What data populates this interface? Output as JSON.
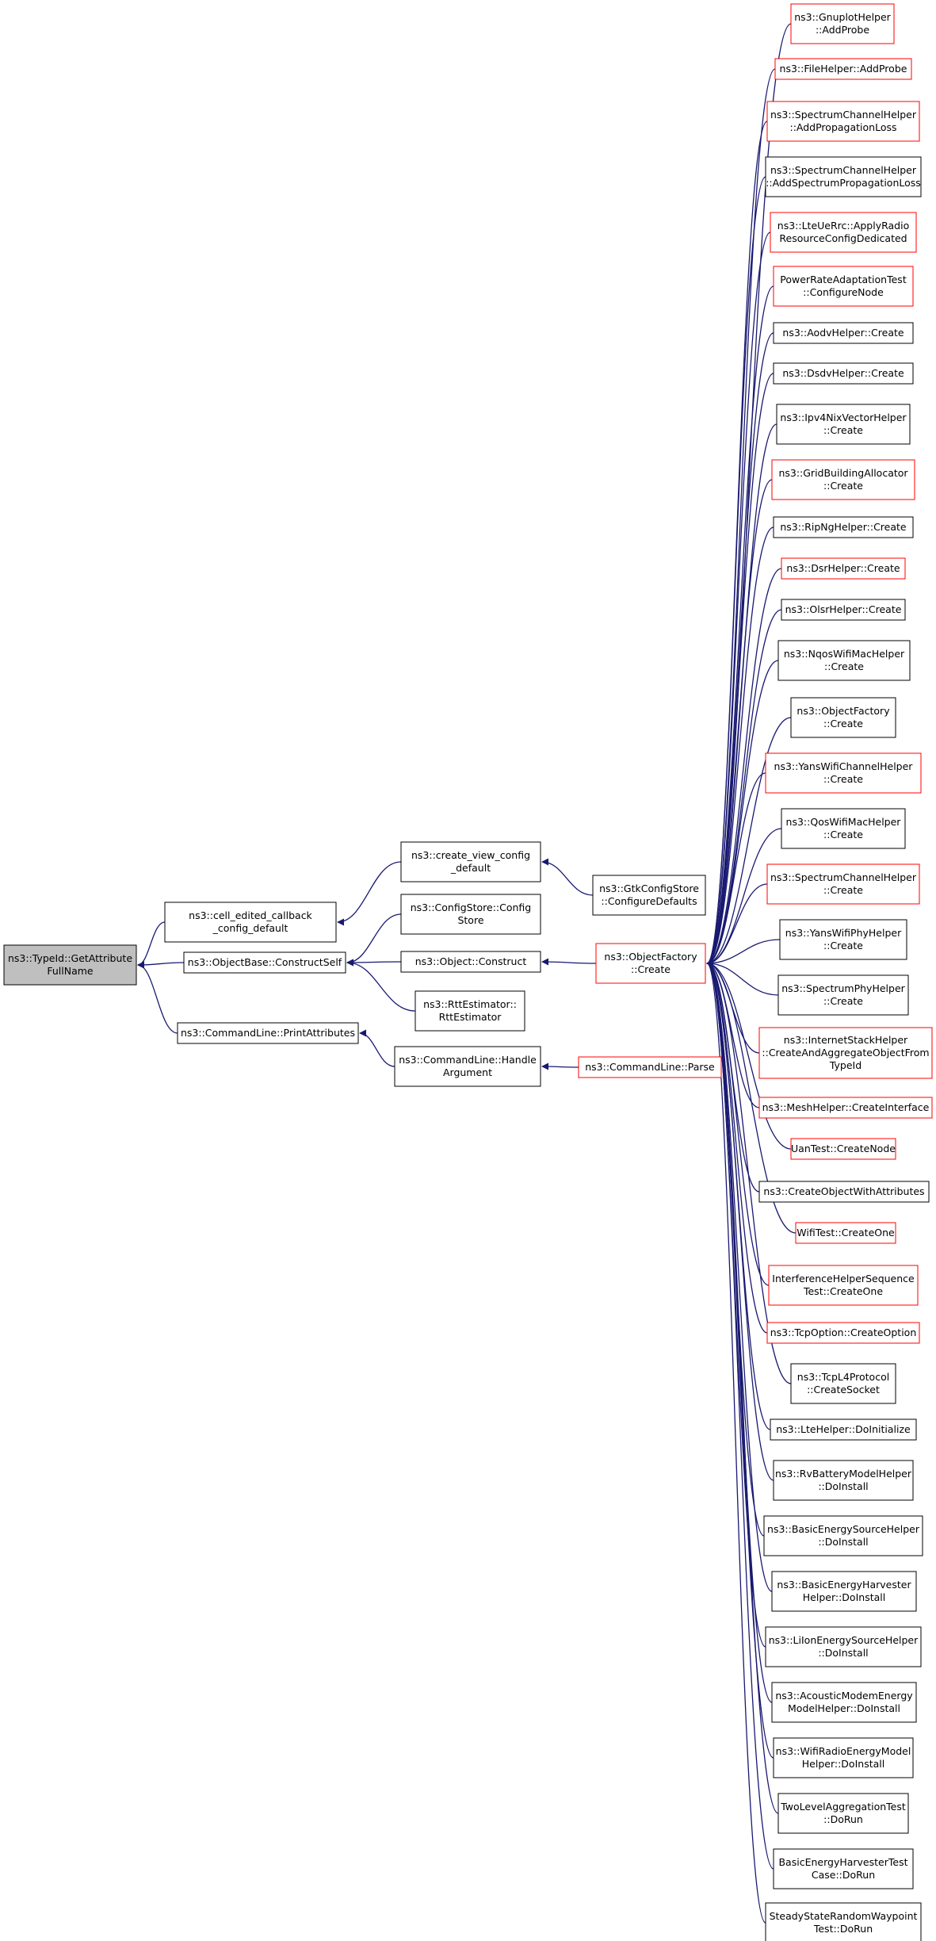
{
  "diagram": {
    "type": "call-graph",
    "colors": {
      "edge": "#191970",
      "node_border_default": "#000000",
      "node_border_highlight": "#ff0000",
      "root_fill": "#bfbfbf",
      "node_fill": "#ffffff"
    },
    "nodes": [
      {
        "id": "root",
        "lines": [
          "ns3::TypeId::GetAttribute",
          "FullName"
        ],
        "style": "root"
      },
      {
        "id": "cell_edited",
        "lines": [
          "ns3::cell_edited_callback",
          "_config_default"
        ],
        "style": "black"
      },
      {
        "id": "objbase_construct",
        "lines": [
          "ns3::ObjectBase::ConstructSelf"
        ],
        "style": "black"
      },
      {
        "id": "cmd_printattrs",
        "lines": [
          "ns3::CommandLine::PrintAttributes"
        ],
        "style": "black"
      },
      {
        "id": "create_view",
        "lines": [
          "ns3::create_view_config",
          "_default"
        ],
        "style": "black"
      },
      {
        "id": "configstore",
        "lines": [
          "ns3::ConfigStore::Config",
          "Store"
        ],
        "style": "black"
      },
      {
        "id": "object_construct",
        "lines": [
          "ns3::Object::Construct"
        ],
        "style": "black"
      },
      {
        "id": "rttestimator",
        "lines": [
          "ns3::RttEstimator::",
          "RttEstimator"
        ],
        "style": "black"
      },
      {
        "id": "cmd_handle",
        "lines": [
          "ns3::CommandLine::Handle",
          "Argument"
        ],
        "style": "black"
      },
      {
        "id": "gtk_configure",
        "lines": [
          "ns3::GtkConfigStore",
          "::ConfigureDefaults"
        ],
        "style": "black"
      },
      {
        "id": "objfactory_create",
        "lines": [
          "ns3::ObjectFactory",
          "::Create"
        ],
        "style": "red"
      },
      {
        "id": "cmd_parse",
        "lines": [
          "ns3::CommandLine::Parse"
        ],
        "style": "red"
      },
      {
        "id": "c0",
        "lines": [
          "ns3::GnuplotHelper",
          "::AddProbe"
        ],
        "style": "red"
      },
      {
        "id": "c1",
        "lines": [
          "ns3::FileHelper::AddProbe"
        ],
        "style": "red"
      },
      {
        "id": "c2",
        "lines": [
          "ns3::SpectrumChannelHelper",
          "::AddPropagationLoss"
        ],
        "style": "red"
      },
      {
        "id": "c3",
        "lines": [
          "ns3::SpectrumChannelHelper",
          "::AddSpectrumPropagationLoss"
        ],
        "style": "black"
      },
      {
        "id": "c4",
        "lines": [
          "ns3::LteUeRrc::ApplyRadio",
          "ResourceConfigDedicated"
        ],
        "style": "red"
      },
      {
        "id": "c5",
        "lines": [
          "PowerRateAdaptationTest",
          "::ConfigureNode"
        ],
        "style": "red"
      },
      {
        "id": "c6",
        "lines": [
          "ns3::AodvHelper::Create"
        ],
        "style": "black"
      },
      {
        "id": "c7",
        "lines": [
          "ns3::DsdvHelper::Create"
        ],
        "style": "black"
      },
      {
        "id": "c8",
        "lines": [
          "ns3::Ipv4NixVectorHelper",
          "::Create"
        ],
        "style": "black"
      },
      {
        "id": "c9",
        "lines": [
          "ns3::GridBuildingAllocator",
          "::Create"
        ],
        "style": "red"
      },
      {
        "id": "c10",
        "lines": [
          "ns3::RipNgHelper::Create"
        ],
        "style": "black"
      },
      {
        "id": "c11",
        "lines": [
          "ns3::DsrHelper::Create"
        ],
        "style": "red"
      },
      {
        "id": "c12",
        "lines": [
          "ns3::OlsrHelper::Create"
        ],
        "style": "black"
      },
      {
        "id": "c13",
        "lines": [
          "ns3::NqosWifiMacHelper",
          "::Create"
        ],
        "style": "black"
      },
      {
        "id": "c14",
        "lines": [
          "ns3::ObjectFactory",
          "::Create"
        ],
        "style": "black"
      },
      {
        "id": "c15",
        "lines": [
          "ns3::YansWifiChannelHelper",
          "::Create"
        ],
        "style": "red"
      },
      {
        "id": "c16",
        "lines": [
          "ns3::QosWifiMacHelper",
          "::Create"
        ],
        "style": "black"
      },
      {
        "id": "c17",
        "lines": [
          "ns3::SpectrumChannelHelper",
          "::Create"
        ],
        "style": "red"
      },
      {
        "id": "c18",
        "lines": [
          "ns3::YansWifiPhyHelper",
          "::Create"
        ],
        "style": "black"
      },
      {
        "id": "c19",
        "lines": [
          "ns3::SpectrumPhyHelper",
          "::Create"
        ],
        "style": "black"
      },
      {
        "id": "c20",
        "lines": [
          "ns3::InternetStackHelper",
          "::CreateAndAggregateObjectFrom",
          "TypeId"
        ],
        "style": "red"
      },
      {
        "id": "c21",
        "lines": [
          "ns3::MeshHelper::CreateInterface"
        ],
        "style": "red"
      },
      {
        "id": "c22",
        "lines": [
          "UanTest::CreateNode"
        ],
        "style": "red"
      },
      {
        "id": "c23",
        "lines": [
          "ns3::CreateObjectWithAttributes"
        ],
        "style": "black"
      },
      {
        "id": "c24",
        "lines": [
          "WifiTest::CreateOne"
        ],
        "style": "red"
      },
      {
        "id": "c25",
        "lines": [
          "InterferenceHelperSequence",
          "Test::CreateOne"
        ],
        "style": "red"
      },
      {
        "id": "c26",
        "lines": [
          "ns3::TcpOption::CreateOption"
        ],
        "style": "red"
      },
      {
        "id": "c27",
        "lines": [
          "ns3::TcpL4Protocol",
          "::CreateSocket"
        ],
        "style": "black"
      },
      {
        "id": "c28",
        "lines": [
          "ns3::LteHelper::DoInitialize"
        ],
        "style": "black"
      },
      {
        "id": "c29",
        "lines": [
          "ns3::RvBatteryModelHelper",
          "::DoInstall"
        ],
        "style": "black"
      },
      {
        "id": "c30",
        "lines": [
          "ns3::BasicEnergySourceHelper",
          "::DoInstall"
        ],
        "style": "black"
      },
      {
        "id": "c31",
        "lines": [
          "ns3::BasicEnergyHarvester",
          "Helper::DoInstall"
        ],
        "style": "black"
      },
      {
        "id": "c32",
        "lines": [
          "ns3::LiIonEnergySourceHelper",
          "::DoInstall"
        ],
        "style": "black"
      },
      {
        "id": "c33",
        "lines": [
          "ns3::AcousticModemEnergy",
          "ModelHelper::DoInstall"
        ],
        "style": "black"
      },
      {
        "id": "c34",
        "lines": [
          "ns3::WifiRadioEnergyModel",
          "Helper::DoInstall"
        ],
        "style": "black"
      },
      {
        "id": "c35",
        "lines": [
          "TwoLevelAggregationTest",
          "::DoRun"
        ],
        "style": "black"
      },
      {
        "id": "c36",
        "lines": [
          "BasicEnergyHarvesterTest",
          "Case::DoRun"
        ],
        "style": "black"
      },
      {
        "id": "c37",
        "lines": [
          "SteadyStateRandomWaypoint",
          "Test::DoRun"
        ],
        "style": "black"
      }
    ],
    "edges": [
      [
        "cell_edited",
        "root"
      ],
      [
        "objbase_construct",
        "root"
      ],
      [
        "cmd_printattrs",
        "root"
      ],
      [
        "create_view",
        "cell_edited"
      ],
      [
        "configstore",
        "objbase_construct"
      ],
      [
        "object_construct",
        "objbase_construct"
      ],
      [
        "rttestimator",
        "objbase_construct"
      ],
      [
        "cmd_handle",
        "cmd_printattrs"
      ],
      [
        "gtk_configure",
        "create_view"
      ],
      [
        "objfactory_create",
        "object_construct"
      ],
      [
        "cmd_parse",
        "cmd_handle"
      ],
      [
        "c0",
        "objfactory_create"
      ],
      [
        "c1",
        "objfactory_create"
      ],
      [
        "c2",
        "objfactory_create"
      ],
      [
        "c3",
        "objfactory_create"
      ],
      [
        "c4",
        "objfactory_create"
      ],
      [
        "c5",
        "objfactory_create"
      ],
      [
        "c6",
        "objfactory_create"
      ],
      [
        "c7",
        "objfactory_create"
      ],
      [
        "c8",
        "objfactory_create"
      ],
      [
        "c9",
        "objfactory_create"
      ],
      [
        "c10",
        "objfactory_create"
      ],
      [
        "c11",
        "objfactory_create"
      ],
      [
        "c12",
        "objfactory_create"
      ],
      [
        "c13",
        "objfactory_create"
      ],
      [
        "c14",
        "objfactory_create"
      ],
      [
        "c15",
        "objfactory_create"
      ],
      [
        "c16",
        "objfactory_create"
      ],
      [
        "c17",
        "objfactory_create"
      ],
      [
        "c18",
        "objfactory_create"
      ],
      [
        "c19",
        "objfactory_create"
      ],
      [
        "c20",
        "objfactory_create"
      ],
      [
        "c21",
        "objfactory_create"
      ],
      [
        "c22",
        "objfactory_create"
      ],
      [
        "c23",
        "objfactory_create"
      ],
      [
        "c24",
        "objfactory_create"
      ],
      [
        "c25",
        "objfactory_create"
      ],
      [
        "c26",
        "objfactory_create"
      ],
      [
        "c27",
        "objfactory_create"
      ],
      [
        "c28",
        "objfactory_create"
      ],
      [
        "c29",
        "objfactory_create"
      ],
      [
        "c30",
        "objfactory_create"
      ],
      [
        "c31",
        "objfactory_create"
      ],
      [
        "c32",
        "objfactory_create"
      ],
      [
        "c33",
        "objfactory_create"
      ],
      [
        "c34",
        "objfactory_create"
      ],
      [
        "c35",
        "objfactory_create"
      ],
      [
        "c36",
        "objfactory_create"
      ],
      [
        "c37",
        "objfactory_create"
      ]
    ]
  }
}
